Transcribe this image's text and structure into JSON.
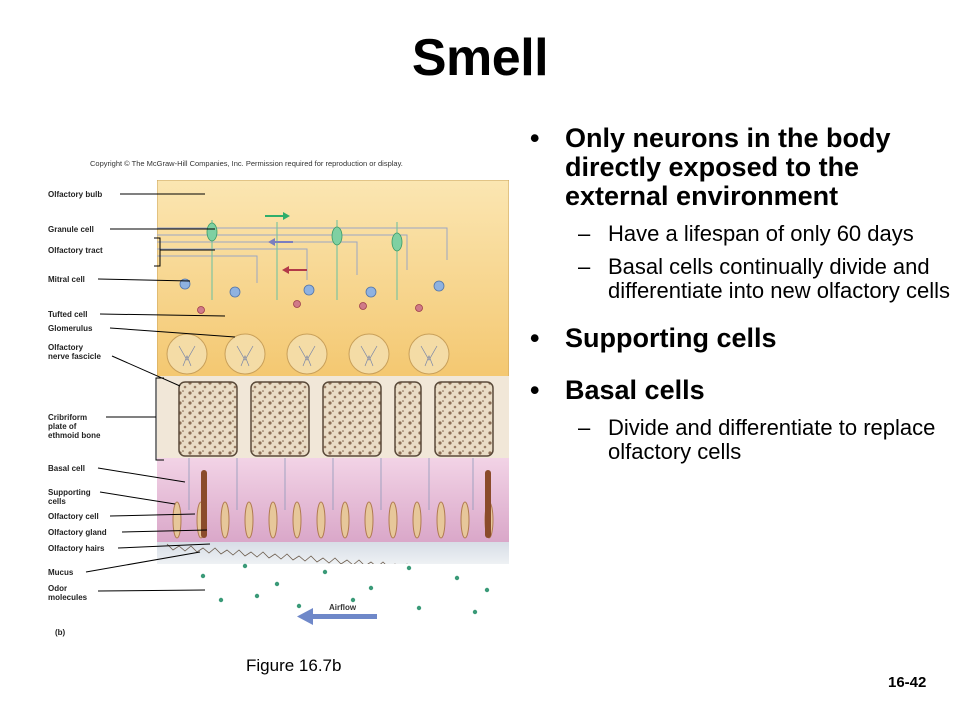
{
  "title": "Smell",
  "figure": {
    "copyright": "Copyright © The McGraw-Hill Companies, Inc. Permission required for reproduction or display.",
    "labels": {
      "olfactory_bulb": "Olfactory bulb",
      "granule_cell": "Granule cell",
      "olfactory_tract": "Olfactory tract",
      "mitral_cell": "Mitral cell",
      "tufted_cell": "Tufted cell",
      "glomerulus": "Glomerulus",
      "olfactory_nerve_fascicle_1": "Olfactory",
      "olfactory_nerve_fascicle_2": "nerve fascicle",
      "cribriform_1": "Cribriform",
      "cribriform_2": "plate of",
      "cribriform_3": "ethmoid bone",
      "basal_cell": "Basal cell",
      "supporting_cells_1": "Supporting",
      "supporting_cells_2": "cells",
      "olfactory_cell": "Olfactory cell",
      "olfactory_gland": "Olfactory gland",
      "olfactory_hairs": "Olfactory hairs",
      "mucus": "Mucus",
      "odor_molecules_1": "Odor",
      "odor_molecules_2": "molecules",
      "airflow": "Airflow",
      "panel": "(b)"
    },
    "caption": "Figure 16.7b",
    "colors": {
      "bulb": "#f7d68a",
      "bone": "#e9dcc6",
      "epithelium": "#e8b8d8",
      "mucus": "#dde3ea",
      "green_arrow": "#2fae6b",
      "purple_arrow": "#7b7fc0",
      "red_arrow": "#b23a48",
      "airflow_arrow": "#6f88c9"
    }
  },
  "bullets": [
    {
      "text": "Only neurons in the body directly exposed to the external environment",
      "sub": [
        "Have a lifespan of only 60 days",
        "Basal cells continually divide and differentiate into new olfactory cells"
      ]
    },
    {
      "text": "Supporting cells",
      "sub": []
    },
    {
      "text": "Basal cells",
      "sub": [
        "Divide and differentiate to replace olfactory cells"
      ]
    }
  ],
  "page_number": "16-42"
}
